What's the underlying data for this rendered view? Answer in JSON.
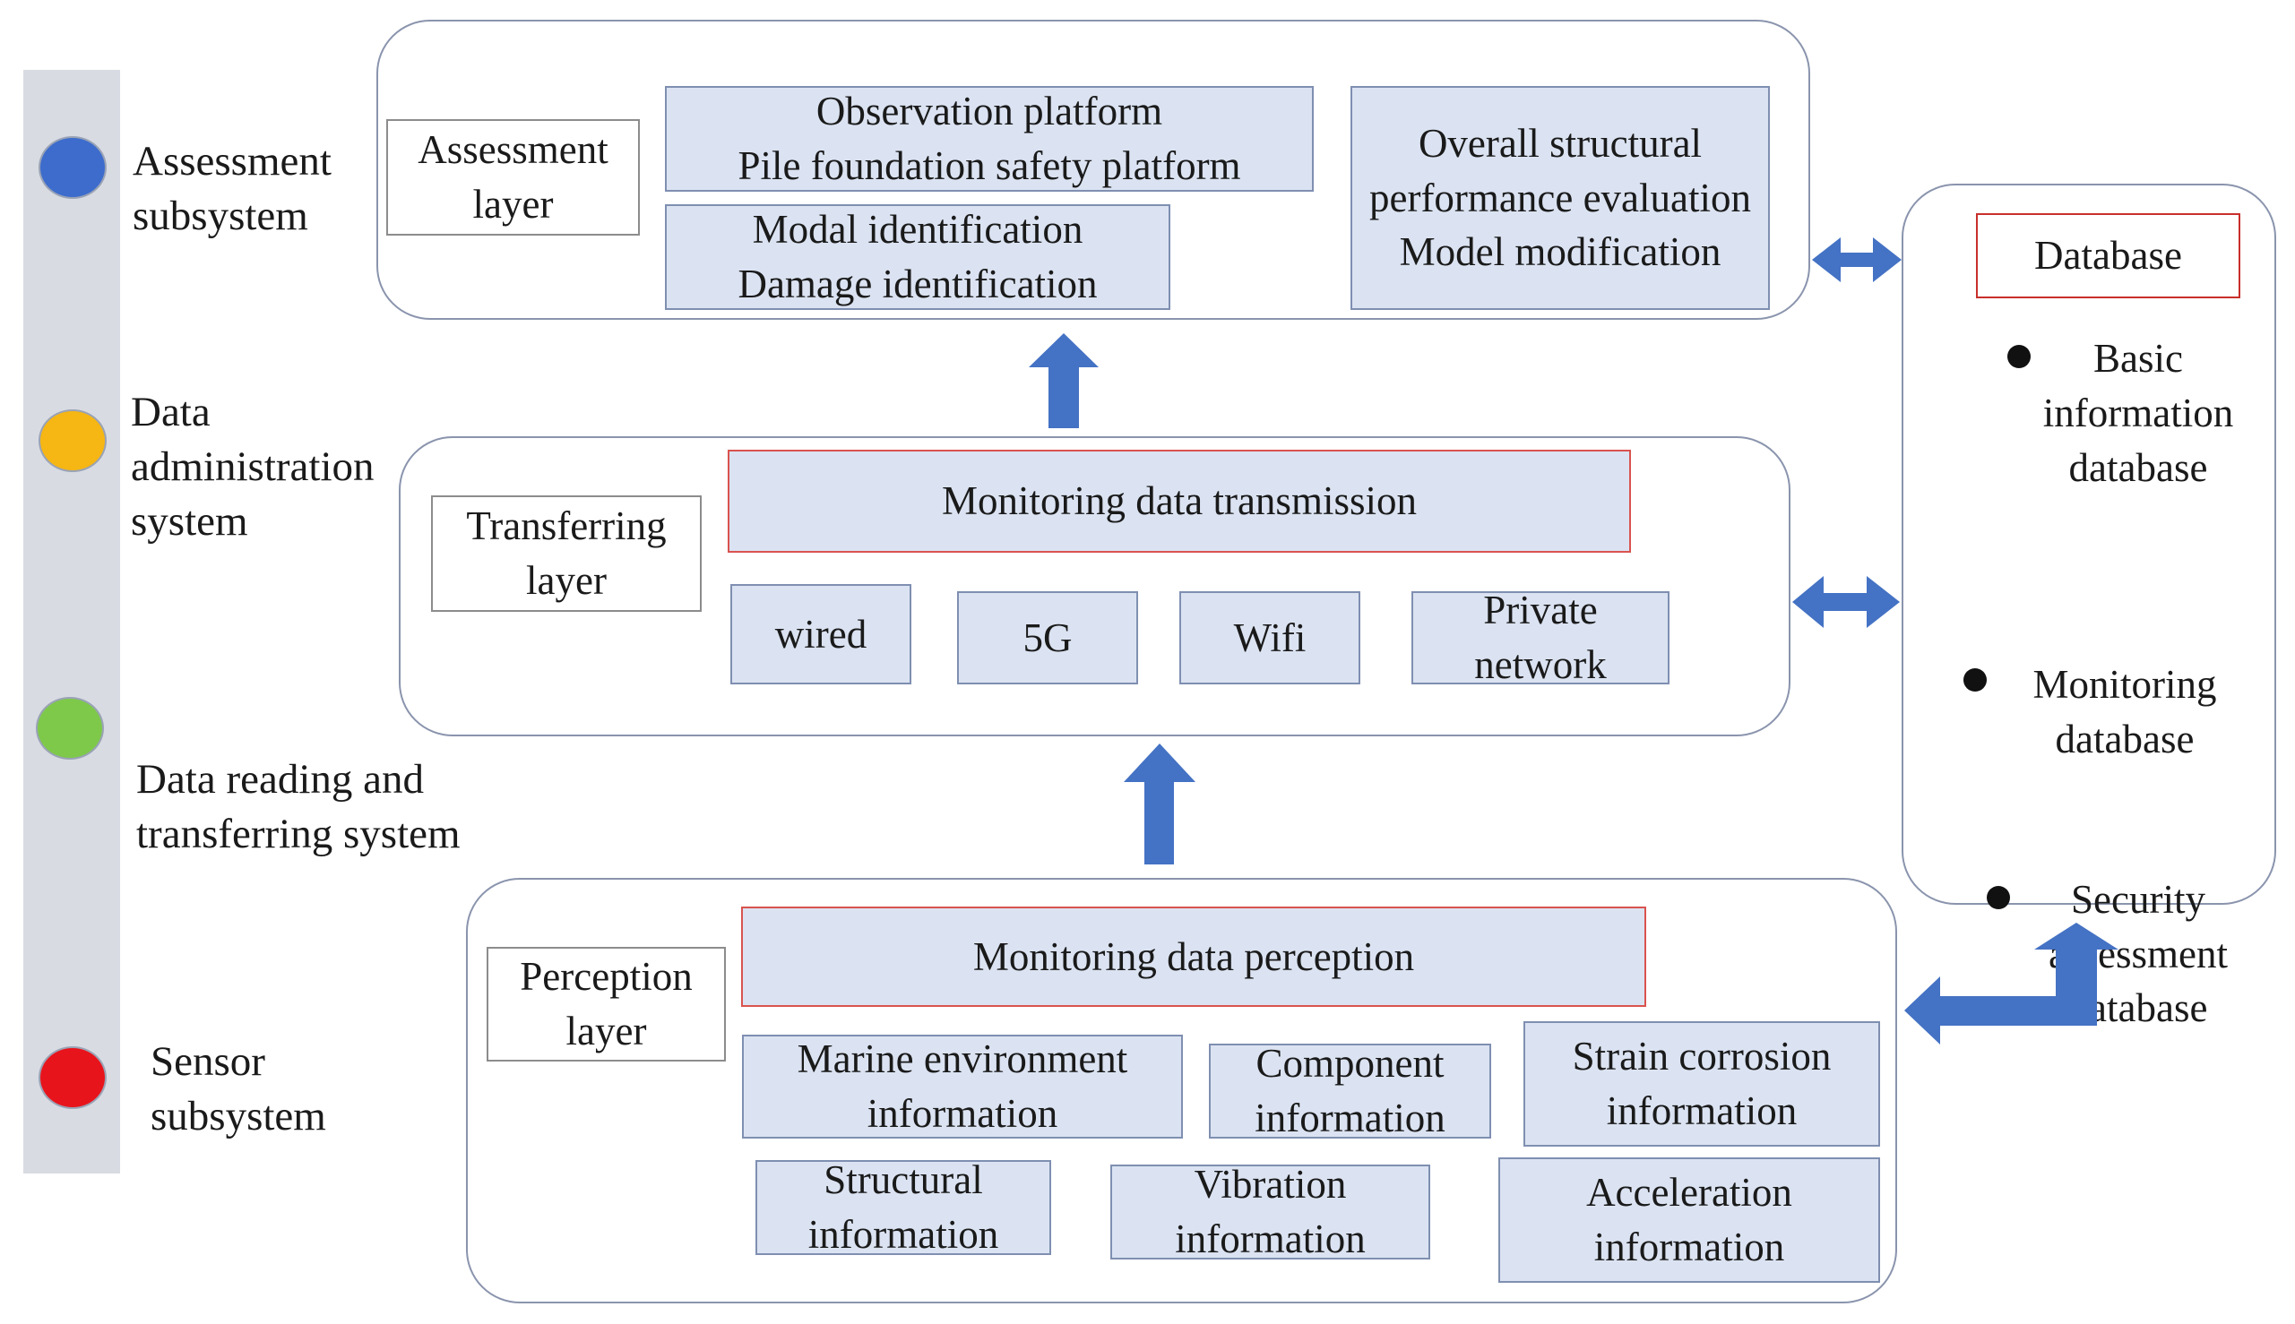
{
  "sidebar": {
    "items": [
      {
        "label": "Assessment subsystem",
        "color": "#3d6ccd"
      },
      {
        "label": "Data administration system",
        "color": "#f6b613"
      },
      {
        "label": "Data reading and transferring system",
        "color": "#7ec94a"
      },
      {
        "label": "Sensor subsystem",
        "color": "#e8141c"
      }
    ]
  },
  "assessment": {
    "layer_label": "Assessment layer",
    "box1": "Observation platform\nPile foundation safety platform",
    "box2": "Modal identification\nDamage identification",
    "box3": "Overall structural performance evaluation\nModel modification"
  },
  "transferring": {
    "layer_label": "Transferring layer",
    "title": "Monitoring data transmission",
    "items": [
      "wired",
      "5G",
      "Wifi",
      "Private network"
    ]
  },
  "perception": {
    "layer_label": "Perception layer",
    "title": "Monitoring data perception",
    "items": [
      "Marine environment information",
      "Component information",
      "Strain corrosion information",
      "Structural information",
      "Vibration information",
      "Acceleration information"
    ]
  },
  "database": {
    "title": "Database",
    "items": [
      "Basic information database",
      "Monitoring database",
      "Security assessment database"
    ]
  },
  "colors": {
    "box_fill": "#dbe3f2",
    "arrow": "#4472c4",
    "highlight_border": "#d9534f"
  }
}
